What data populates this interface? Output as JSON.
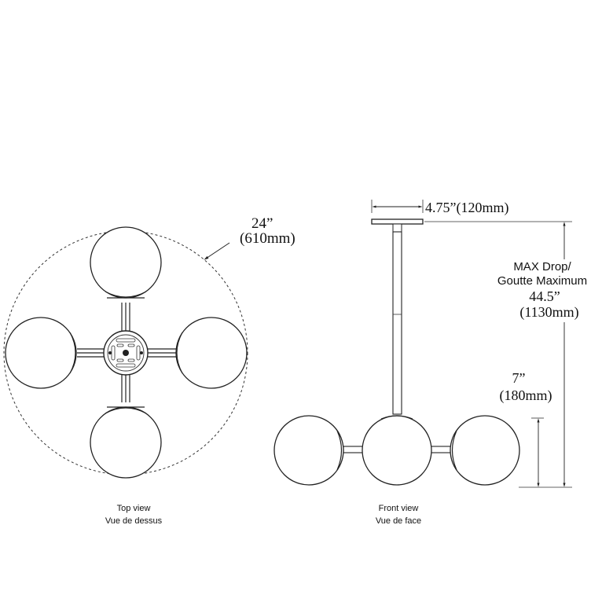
{
  "top_view": {
    "diameter_in": "24”",
    "diameter_mm": "(610mm)",
    "caption_en": "Top view",
    "caption_fr": "Vue de dessus"
  },
  "front_view": {
    "canopy_in": "4.75”(120mm)",
    "max_drop_en": "MAX Drop/",
    "max_drop_fr": "Goutte Maximum",
    "max_drop_in": "44.5”",
    "max_drop_mm": "(1130mm)",
    "height_in": "7”",
    "height_mm": "(180mm)",
    "caption_en": "Front view",
    "caption_fr": "Vue de face"
  }
}
